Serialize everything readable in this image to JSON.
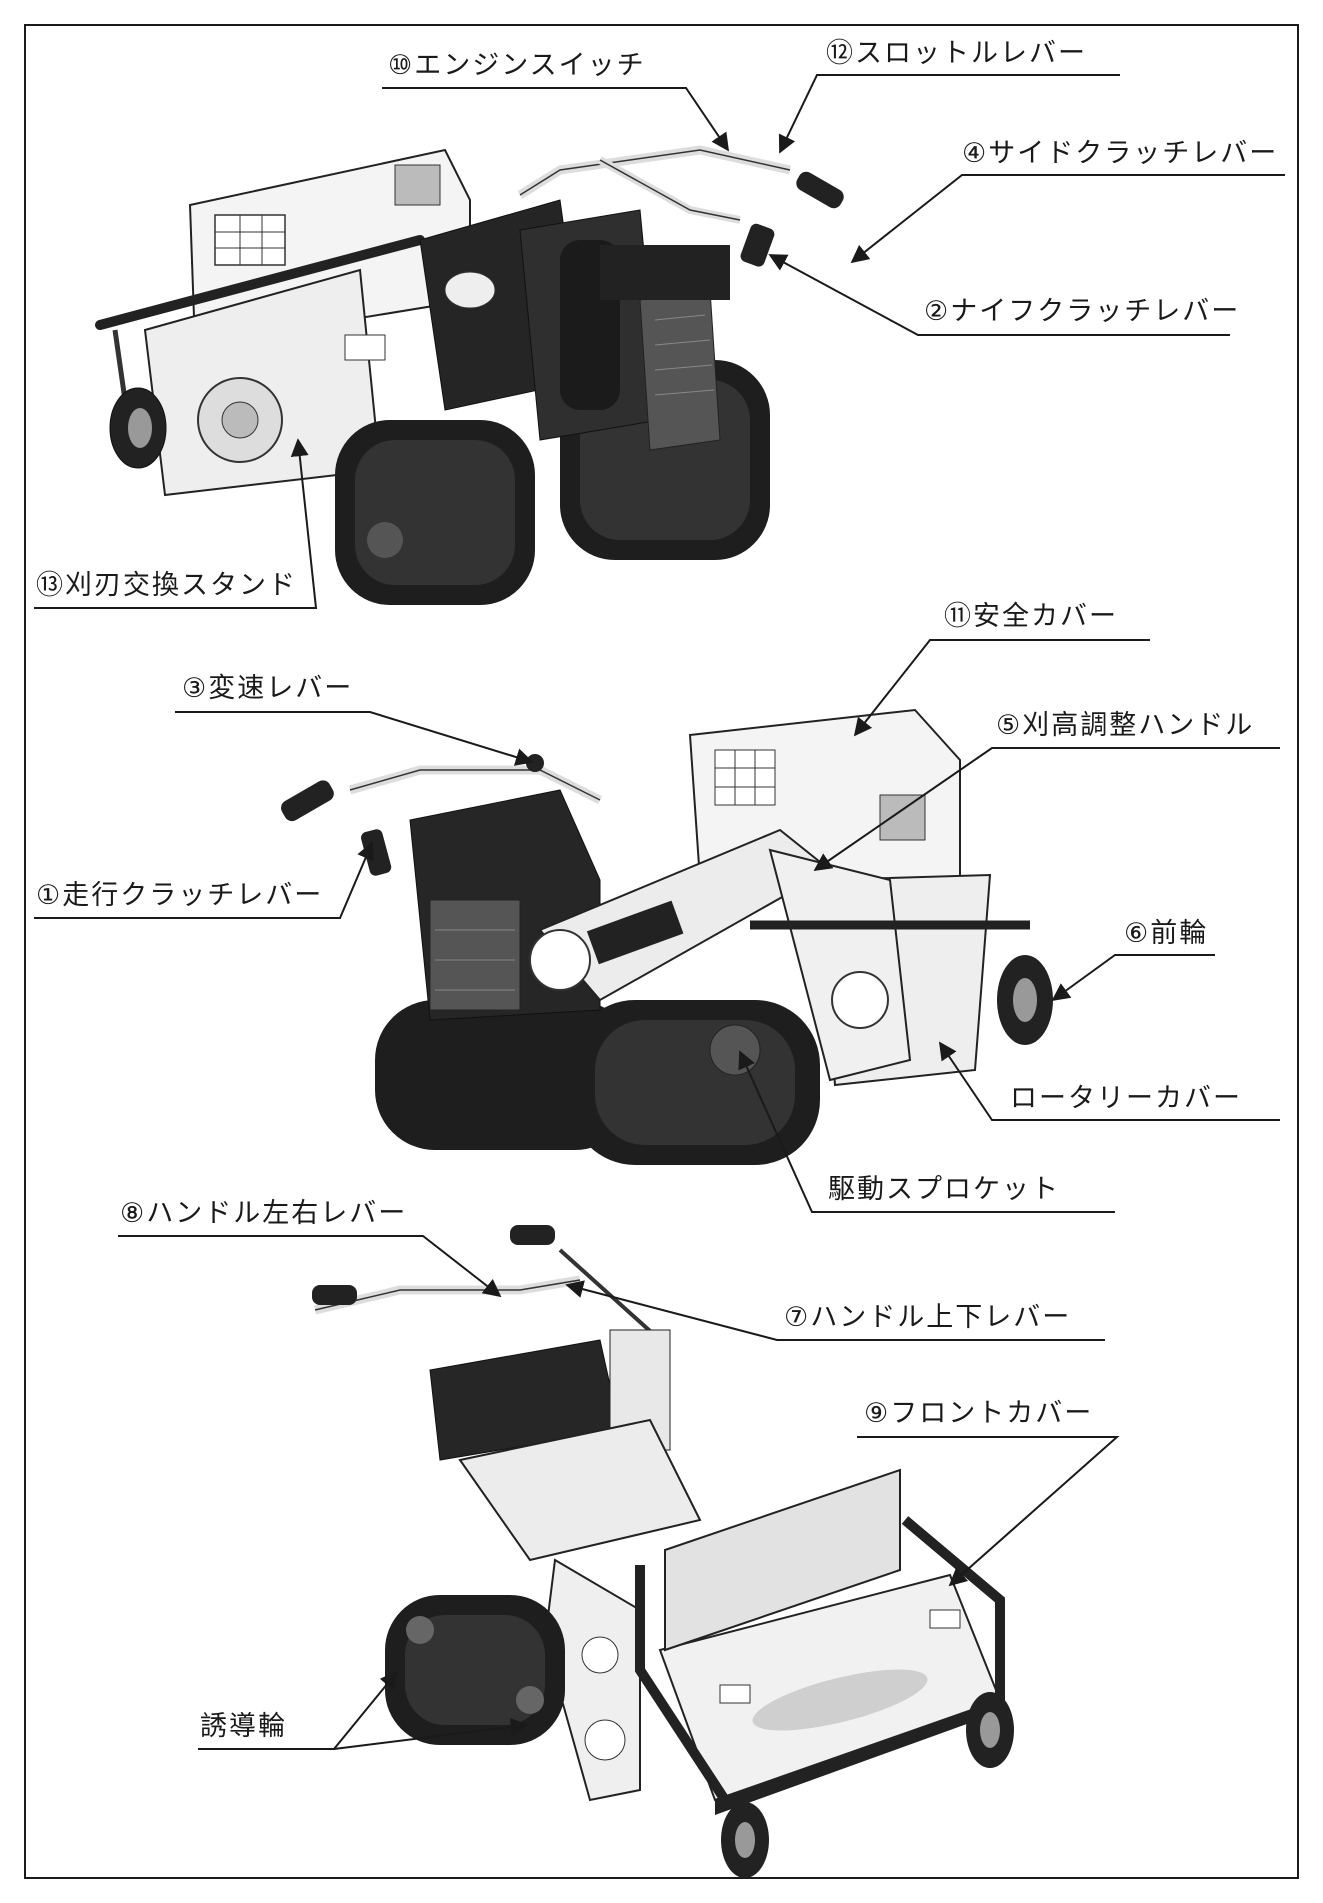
{
  "labels": {
    "engine_switch": "⑩エンジンスイッチ",
    "throttle_lever": "⑫スロットルレバー",
    "side_clutch_lever": "④サイドクラッチレバー",
    "knife_clutch_lever": "②ナイフクラッチレバー",
    "blade_change_stand": "⑬刈刃交換スタンド",
    "safety_cover": "⑪安全カバー",
    "speed_lever": "③変速レバー",
    "cut_height_handle": "⑤刈高調整ハンドル",
    "travel_clutch_lever": "①走行クラッチレバー",
    "front_wheel": "⑥前輪",
    "rotary_cover": "ロータリーカバー",
    "drive_sprocket": "駆動スプロケット",
    "handle_lr_lever": "⑧ハンドル左右レバー",
    "handle_ud_lever": "⑦ハンドル上下レバー",
    "front_cover": "⑨フロントカバー",
    "idler_wheel": "誘導輪"
  },
  "colors": {
    "ink": "#1a1a1a",
    "body_dark": "#2b2b2b",
    "body_light": "#f2f2f2"
  },
  "views": [
    "mower-rear-view",
    "mower-side-view",
    "mower-front-view"
  ]
}
